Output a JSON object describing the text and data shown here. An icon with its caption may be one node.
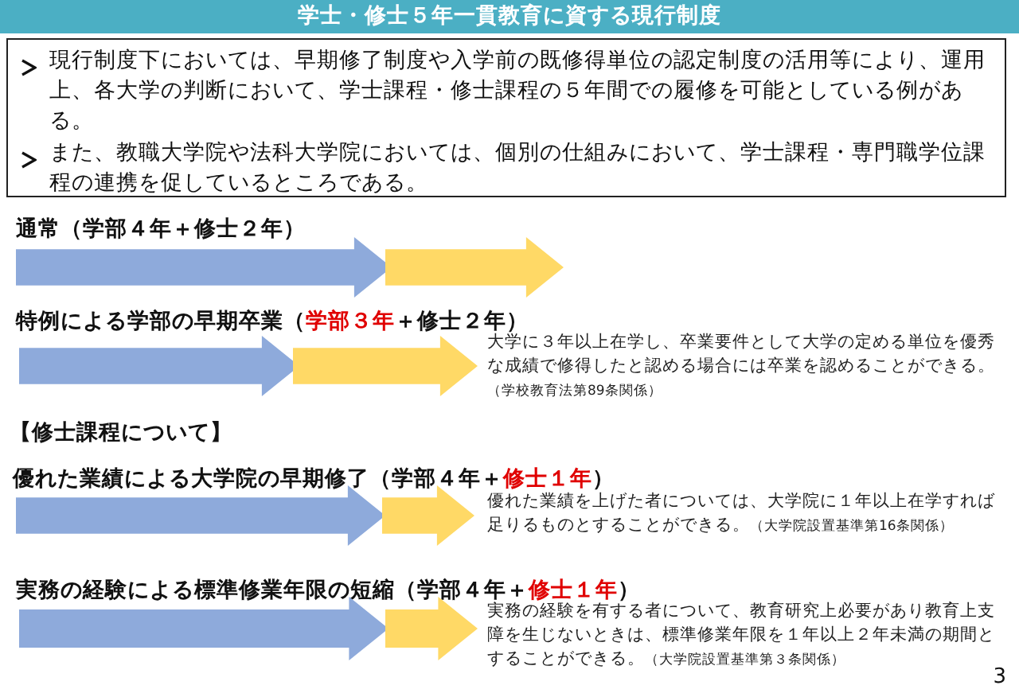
{
  "diagram": {
    "title": "学士・修士５年一貫教育に資する現行制度",
    "labels": [
      "現行制度下においては、早期修了制度や入学前の既修得単位の認定制度の活用等により、運用上、各大学の判断において、学士課程・修士課程の５年間での履修を可能としている例がある。",
      "また、教職大学院や法科大学院においては、個別の仕組みにおいて、学士課程・専門職学位課程の連携を促しているところである。",
      "通常（学部４年＋修士２年）",
      "特例による学部の早期卒業（",
      "学部３年",
      "＋修士２年）",
      "大学に３年以上在学し、卒業要件として大学の定める単位を優秀な成績で修得したと認める場合には卒業を認めることができる。",
      "（学校教育法第89条関係）",
      "【修士課程について】",
      "優れた業績による大学院の早期修了（学部４年＋",
      "修士１年",
      "）",
      "優れた業績を上げた者については、大学院に１年以上在学すれば足りるものとすることができる。",
      "（大学院設置基準第16条関係）",
      "実務の経験による標準修業年限の短縮（学部４年＋",
      "修士１年",
      "）",
      "実務の経験を有する者について、教育研究上必要があり教育上支障を生じないときは、標準修業年限を１年以上２年未満の期間とすることができる。",
      "（大学院設置基準第３条関係）",
      "3"
    ]
  }
}
